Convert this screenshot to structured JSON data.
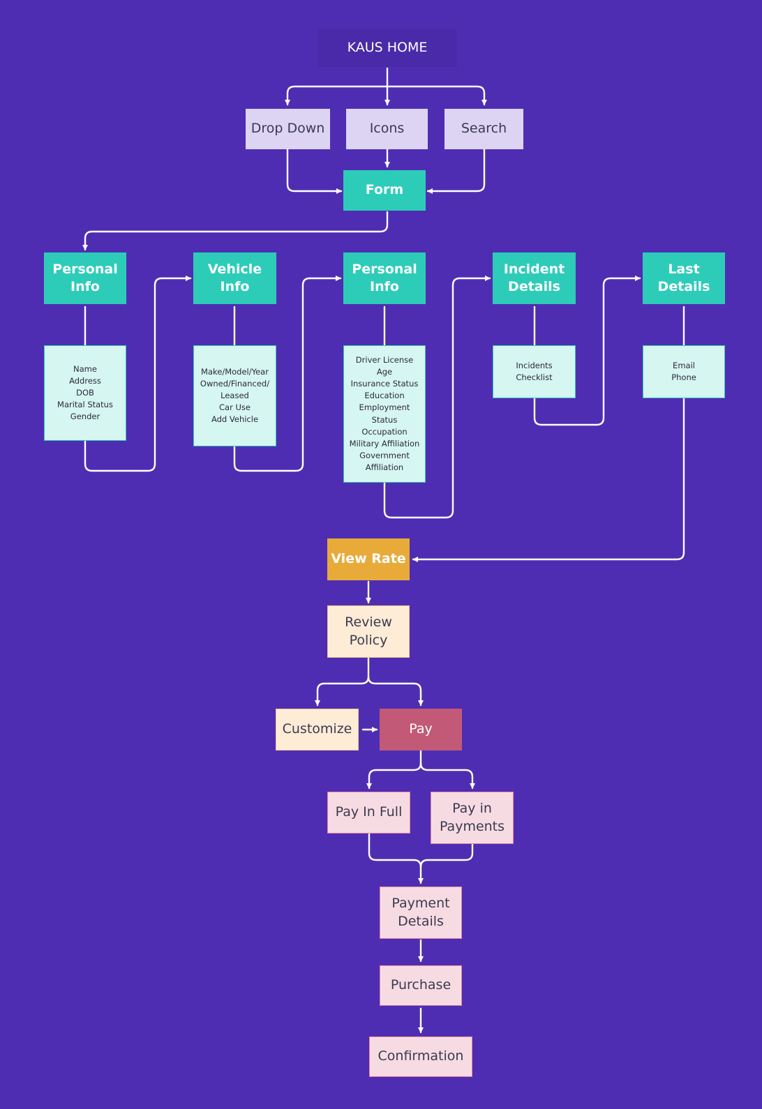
{
  "nodes": {
    "kaus_home": "KAUS HOME",
    "drop_down": "Drop Down",
    "icons": "Icons",
    "search": "Search",
    "form": "Form",
    "personal_info_1": "Personal\nInfo",
    "vehicle_info": "Vehicle\nInfo",
    "personal_info_2": "Personal\nInfo",
    "incident_details": "Incident\nDetails",
    "last_details": "Last\nDetails",
    "personal_info_1_fields": "Name\nAddress\nDOB\nMarital Status\nGender",
    "vehicle_info_fields": "Make/Model/Year\nOwned/Financed/\nLeased\nCar Use\nAdd Vehicle",
    "personal_info_2_fields": "Driver License\nAge\nInsurance Status\nEducation\nEmployment\nStatus\nOccupation\nMilitary Affiliation\nGovernment\nAffiliation",
    "incident_details_fields": "Incidents\nChecklist",
    "last_details_fields": "Email\nPhone",
    "view_rate": "View Rate",
    "review_policy": "Review\nPolicy",
    "customize": "Customize",
    "pay": "Pay",
    "pay_in_full": "Pay In Full",
    "pay_in_payments": "Pay in\nPayments",
    "payment_details": "Payment\nDetails",
    "purchase": "Purchase",
    "confirmation": "Confirmation"
  },
  "colors": {
    "background": "#4f2db3",
    "navigation": "#ddd4f3",
    "form_step": "#2dccb8",
    "field_list": "#d6f6f1",
    "view_rate": "#e8ab3a",
    "review": "#feecd6",
    "pay": "#c25a77",
    "payment_step": "#f7dbe3",
    "connector": "#ffffff"
  }
}
